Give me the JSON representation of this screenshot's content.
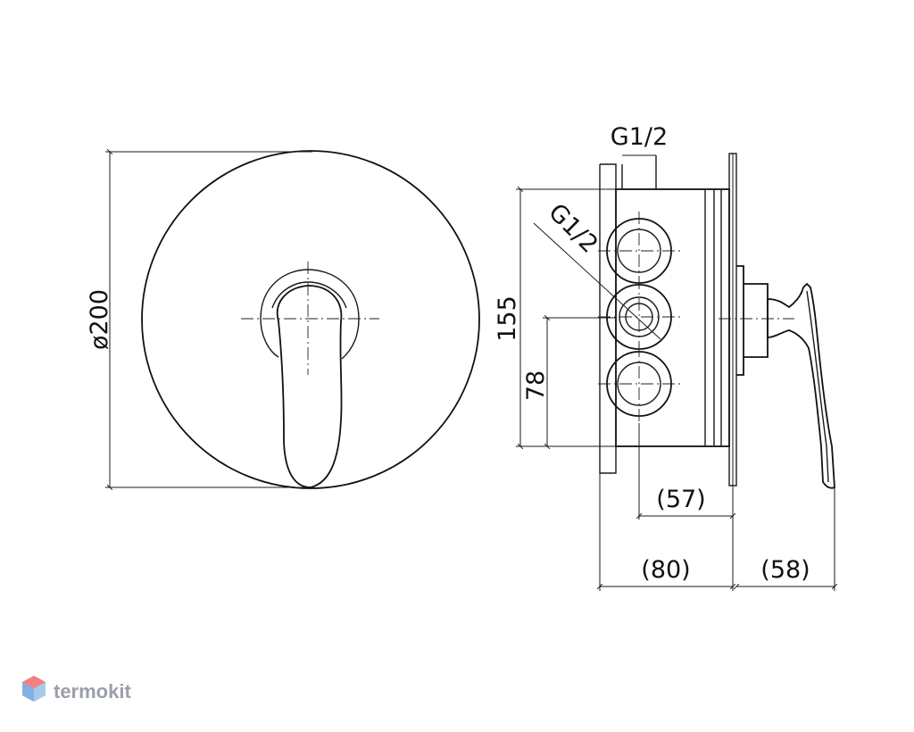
{
  "dimensions": {
    "diameter": "ø200",
    "thread_top": "G1/2",
    "thread_diag": "G1/2",
    "height_total": "155",
    "height_partial": "78",
    "depth_57": "(57)",
    "depth_80": "(80)",
    "depth_58": "(58)"
  },
  "watermark": {
    "brand": "termokit",
    "logo_colors": [
      "#f06b6b",
      "#6fa3e0",
      "#9ac0ec"
    ]
  }
}
